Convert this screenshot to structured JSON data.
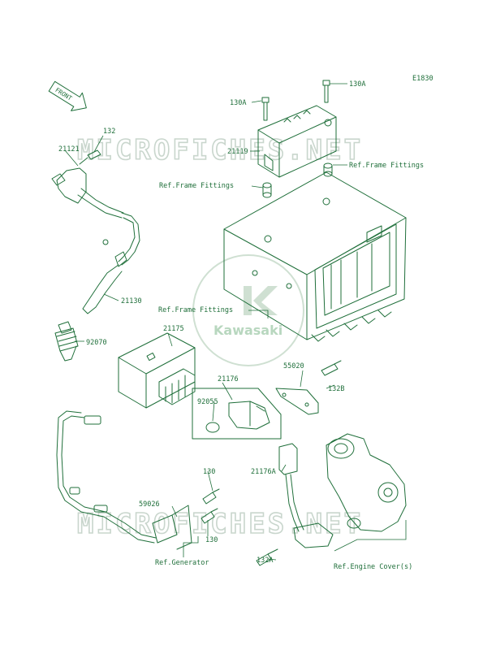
{
  "diagram": {
    "code": "E1830",
    "front_label": "FRONT",
    "watermark_text": "MICROFICHES.NET",
    "brand_text": "Kawasaki",
    "labels": {
      "p132": "132",
      "p21121": "21121",
      "p130A_left": "130A",
      "p130A_right": "130A",
      "p21119": "21119",
      "ref_frame_1": "Ref.Frame Fittings",
      "ref_frame_2": "Ref.Frame Fittings",
      "ref_frame_3": "Ref.Frame Fittings",
      "p21130": "21130",
      "p92070": "92070",
      "p21175": "21175",
      "p55020": "55020",
      "p21176": "21176",
      "p132B": "132B",
      "p92055": "92055",
      "p21176A": "21176A",
      "p130_top": "130",
      "p59026": "59026",
      "p130_bottom": "130",
      "ref_generator": "Ref.Generator",
      "p132A": "132A",
      "ref_engine_cover": "Ref.Engine Cover(s)"
    }
  },
  "colors": {
    "line": "#1f6f3a",
    "watermark": "#c9d6cd",
    "background": "#ffffff"
  }
}
